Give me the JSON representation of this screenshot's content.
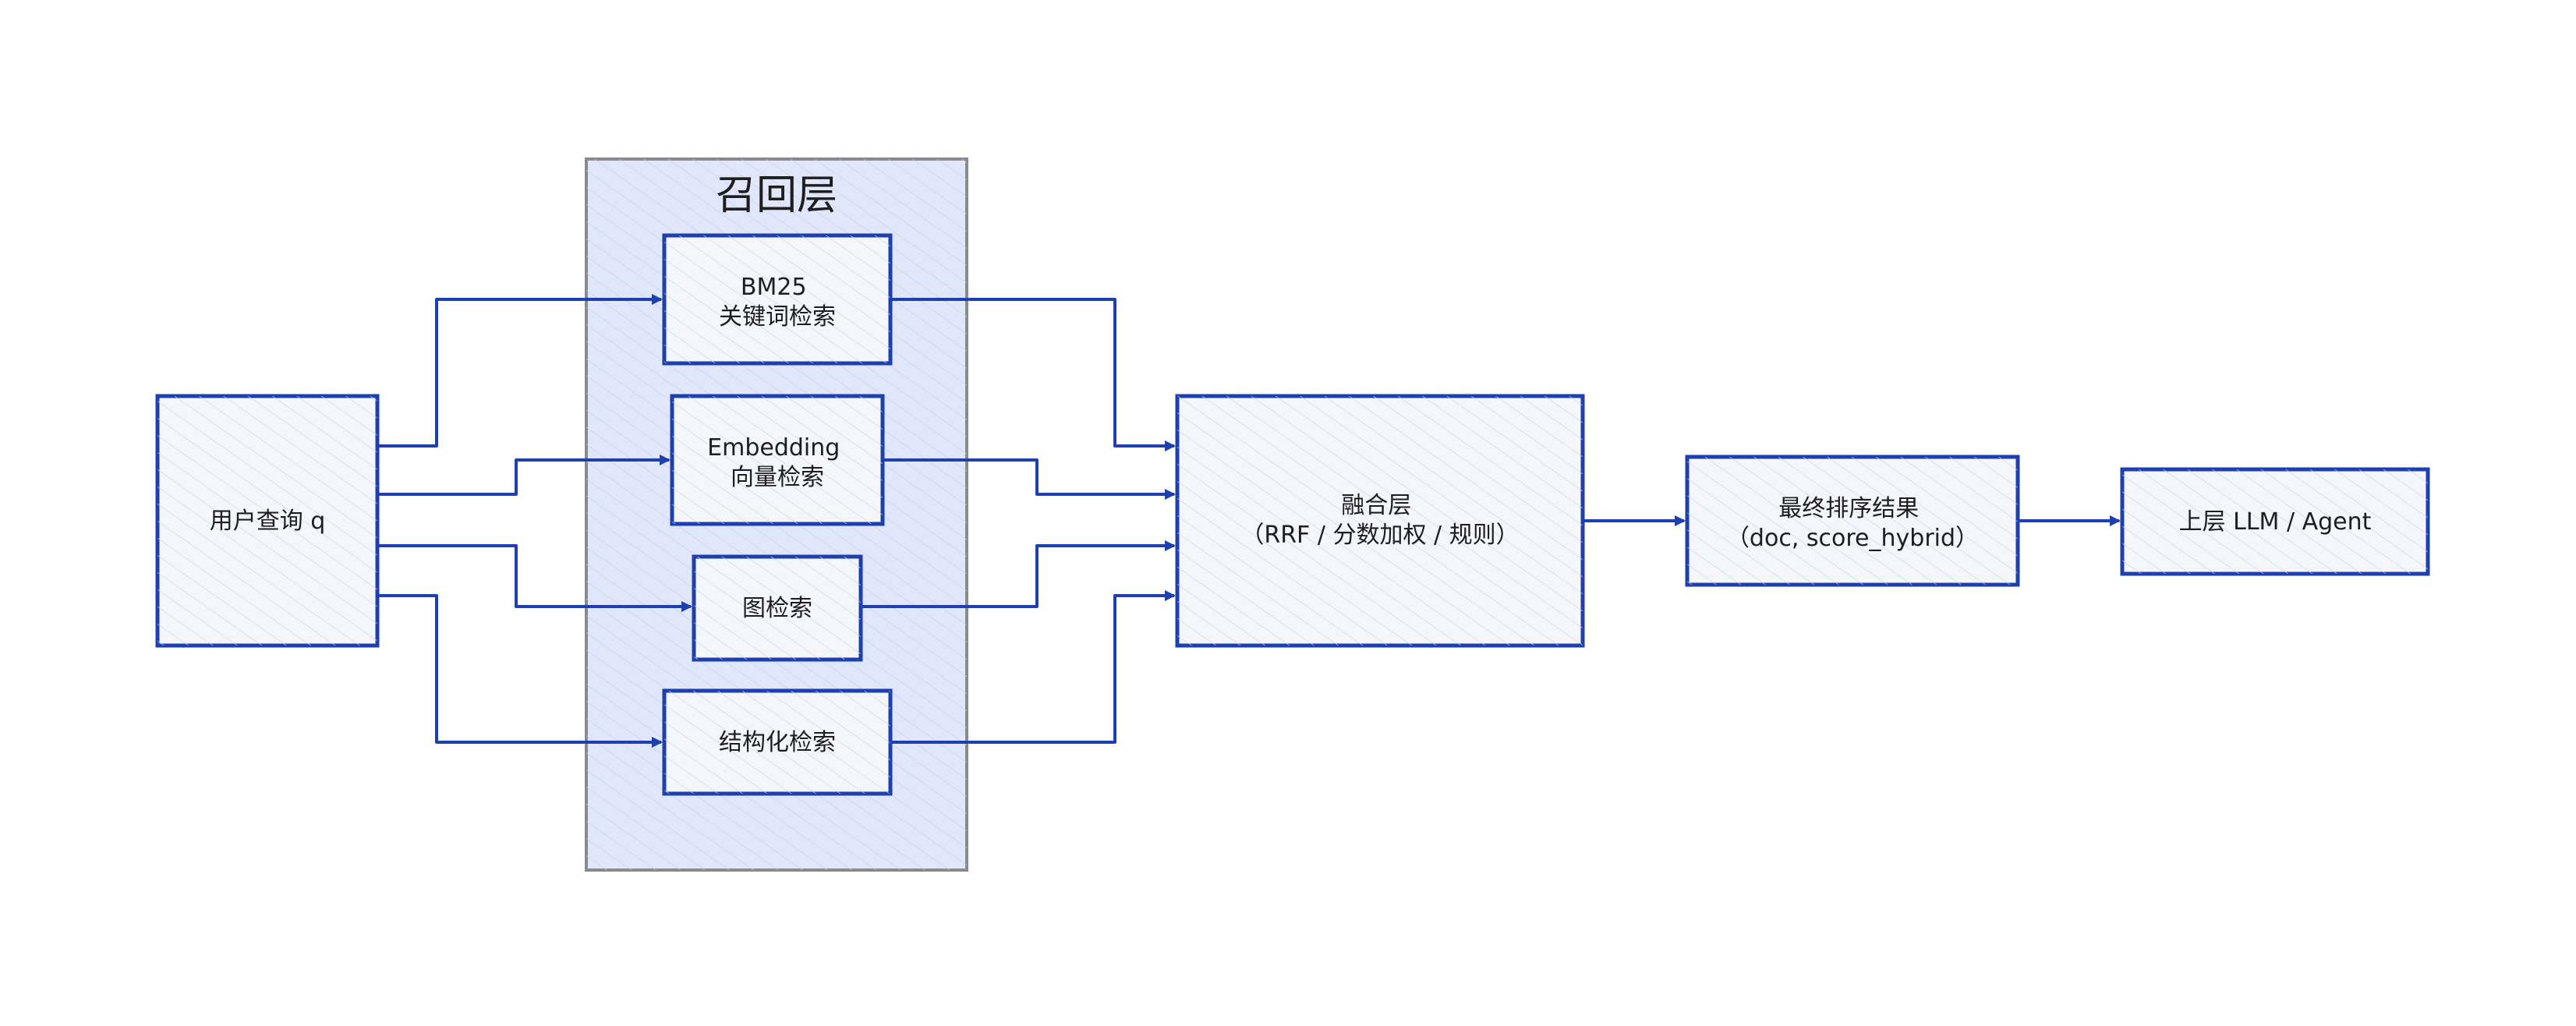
{
  "colors": {
    "stroke": "#1e3fae",
    "box_fill": "#f4f6fc",
    "group_fill": "#e0e7fb",
    "group_stroke": "#8a8a8a",
    "text": "#1e1e1e"
  },
  "group": {
    "title": "召回层"
  },
  "nodes": {
    "query": {
      "lines": [
        "用户查询 q"
      ]
    },
    "bm25": {
      "lines": [
        "BM25",
        "关键词检索"
      ]
    },
    "embedding": {
      "lines": [
        "Embedding",
        "向量检索"
      ]
    },
    "graph": {
      "lines": [
        "图检索"
      ]
    },
    "structured": {
      "lines": [
        "结构化检索"
      ]
    },
    "fusion": {
      "lines": [
        "融合层",
        "（RRF / 分数加权 / 规则）"
      ]
    },
    "ranking": {
      "lines": [
        "最终排序结果",
        "（doc, score_hybrid）"
      ]
    },
    "upper": {
      "lines": [
        "上层 LLM / Agent"
      ]
    }
  }
}
